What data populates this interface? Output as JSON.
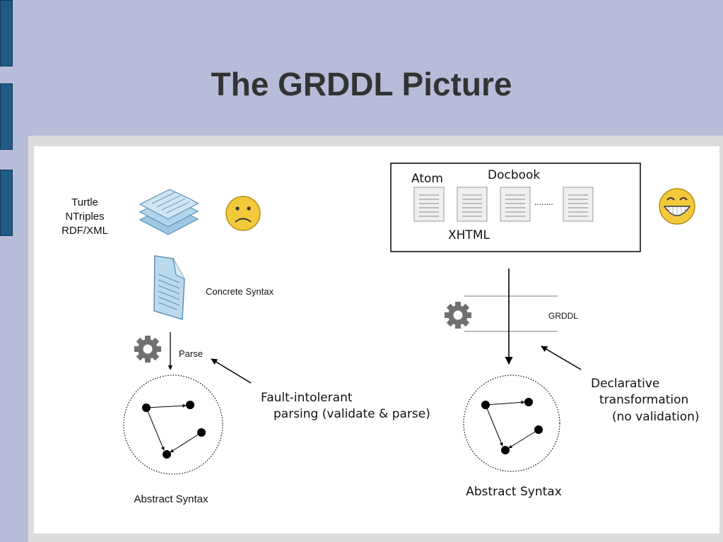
{
  "slide": {
    "title": "The GRDDL Picture"
  },
  "left": {
    "formats": [
      "Turtle",
      "NTriples",
      "RDF/XML"
    ],
    "concrete_syntax_label": "Concrete Syntax",
    "parse_label": "Parse",
    "abstract_syntax_label": "Abstract Syntax",
    "annotation": [
      "Fault-intolerant",
      "parsing (validate & parse)"
    ]
  },
  "right": {
    "box_labels": {
      "atom": "Atom",
      "docbook": "Docbook",
      "xhtml": "XHTML",
      "ellipsis": "........"
    },
    "grddl_label": "GRDDL",
    "abstract_syntax_label": "Abstract Syntax",
    "annotation": [
      "Declarative",
      "transformation",
      "(no validation)"
    ]
  },
  "colors": {
    "background": "#b7bcd8",
    "side_tab": "#1f5b86",
    "title": "#333333",
    "gear": "#707070",
    "document_blue": "#bcd9ec",
    "smiley_yellow": "#f3c93c"
  }
}
